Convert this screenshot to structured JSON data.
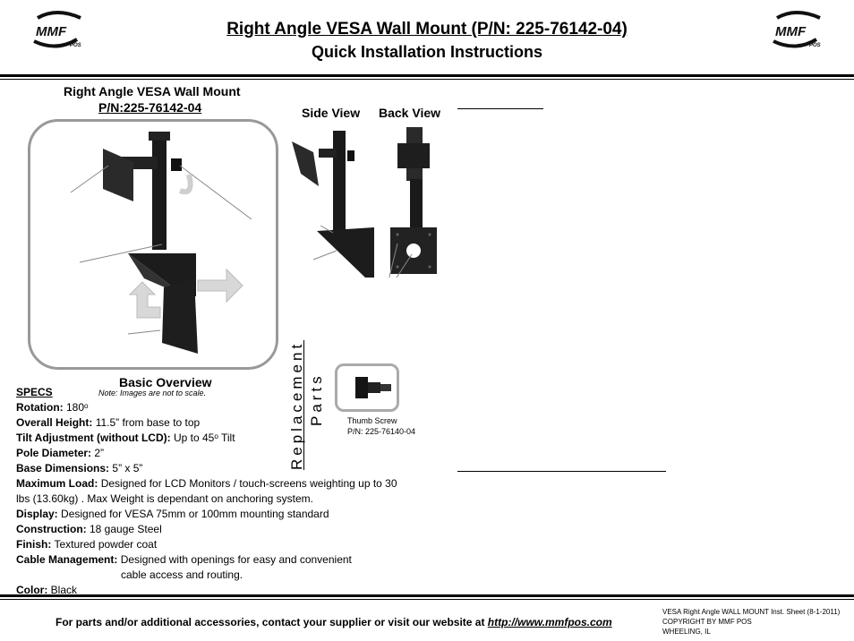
{
  "header": {
    "title": "Right Angle VESA Wall Mount (P/N: 225-76142-04)",
    "subtitle": "Quick Installation Instructions",
    "logo_text": "MMF",
    "logo_sub": "POS"
  },
  "overview": {
    "product_name": "Right  Angle VESA Wall Mount",
    "part_number": "P/N:225-76142-04",
    "caption": "Basic Overview",
    "note": "Note: Images are not to scale."
  },
  "views": {
    "side": "Side View",
    "back": "Back View"
  },
  "replacement": {
    "heading_line1": "Replacement",
    "heading_line2": "Parts",
    "item_name": "Thumb Screw",
    "item_pn": "P/N: 225-76140-04"
  },
  "specs": {
    "heading": "SPECS",
    "rotation_label": "Rotation:",
    "rotation_value": "180ᵒ",
    "height_label": "Overall Height:",
    "height_value": "11.5” from base to top",
    "tilt_label": "Tilt Adjustment (without LCD):",
    "tilt_value": "Up to 45ᵒ Tilt",
    "pole_label": "Pole Diameter:",
    "pole_value": "2”",
    "base_label": "Base Dimensions:",
    "base_value": "5” x 5”",
    "load_label": "Maximum Load:",
    "load_value": "Designed for LCD Monitors / touch-screens weighting up to 30 lbs (13.60kg) .  Max Weight is dependant on anchoring system.",
    "display_label": "Display:",
    "display_value": "Designed for VESA 75mm or 100mm mounting standard",
    "construction_label": "Construction:",
    "construction_value": "18 gauge Steel",
    "finish_label": "Finish:",
    "finish_value": "Textured powder coat",
    "cable_label": "Cable Management:",
    "cable_value_1": "Designed with openings for easy and convenient",
    "cable_value_2": "cable access and routing.",
    "color_label": "Color:",
    "color_value": "Black"
  },
  "footer": {
    "contact": "For parts and/or additional accessories, contact your supplier or visit our website at ",
    "url": "http://www.mmfpos.com",
    "meta_1": "VESA Right Angle WALL MOUNT Inst. Sheet (8-1-2011)",
    "meta_2": "COPYRIGHT BY MMF POS",
    "meta_3": "WHEELING, IL"
  },
  "colors": {
    "frame": "#999999",
    "mount": "#1a1a1a",
    "arrow": "#777777"
  }
}
